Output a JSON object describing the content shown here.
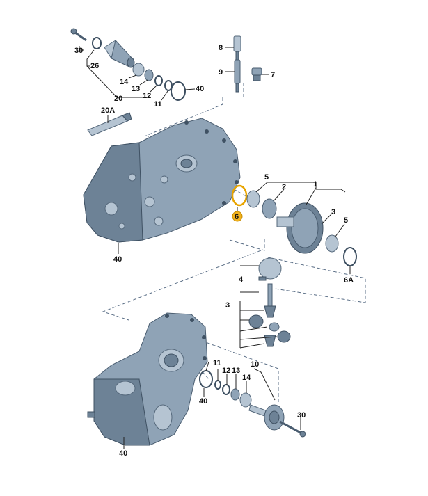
{
  "diagram": {
    "labels": [
      {
        "id": "c30a",
        "text": "30"
      },
      {
        "id": "c26",
        "text": "26"
      },
      {
        "id": "c14a",
        "text": "14"
      },
      {
        "id": "c13a",
        "text": "13"
      },
      {
        "id": "c12a",
        "text": "12"
      },
      {
        "id": "c11a",
        "text": "11"
      },
      {
        "id": "c40a",
        "text": "40"
      },
      {
        "id": "c20",
        "text": "20"
      },
      {
        "id": "c20A",
        "text": "20A"
      },
      {
        "id": "c8",
        "text": "8"
      },
      {
        "id": "c9",
        "text": "9"
      },
      {
        "id": "c7",
        "text": "7"
      },
      {
        "id": "c1",
        "text": "1"
      },
      {
        "id": "c5a",
        "text": "5"
      },
      {
        "id": "c2",
        "text": "2"
      },
      {
        "id": "c3a",
        "text": "3"
      },
      {
        "id": "c5b",
        "text": "5"
      },
      {
        "id": "c6A",
        "text": "6A"
      },
      {
        "id": "c6",
        "text": "6"
      },
      {
        "id": "c40b",
        "text": "40"
      },
      {
        "id": "c4",
        "text": "4"
      },
      {
        "id": "c3b",
        "text": "3"
      },
      {
        "id": "c11b",
        "text": "11"
      },
      {
        "id": "c12b",
        "text": "12"
      },
      {
        "id": "c13b",
        "text": "13"
      },
      {
        "id": "c14b",
        "text": "14"
      },
      {
        "id": "c10",
        "text": "10"
      },
      {
        "id": "c40c",
        "text": "40"
      },
      {
        "id": "c30b",
        "text": "30"
      },
      {
        "id": "c40d",
        "text": "40"
      }
    ],
    "highlight_color": "#f2b21e",
    "casting_color": "#8fa3b6"
  }
}
